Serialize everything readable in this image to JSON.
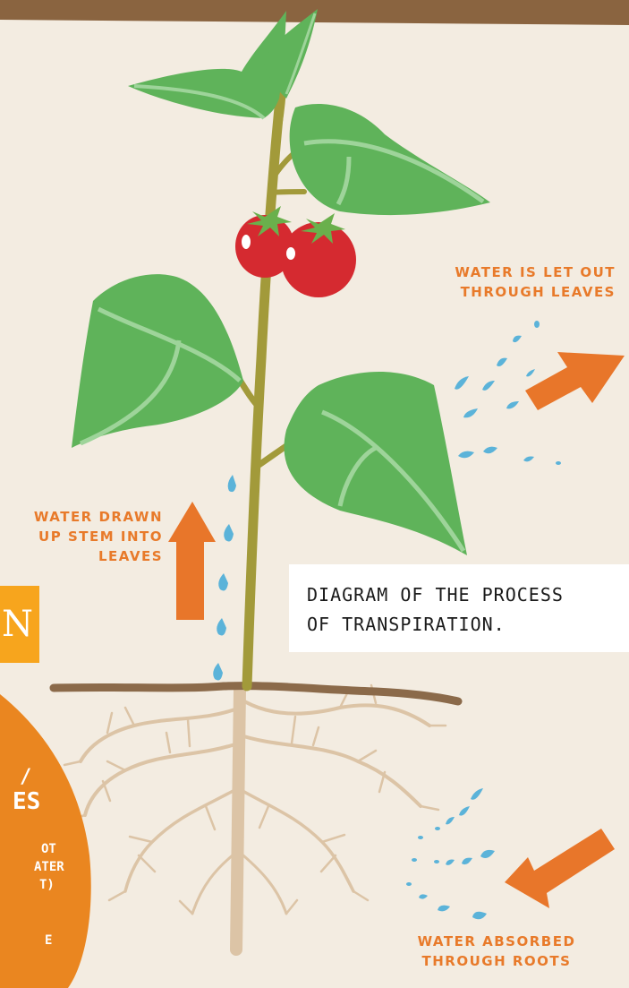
{
  "labels": {
    "leaves_out_line1": "WATER IS LET OUT",
    "leaves_out_line2": "THROUGH LEAVES",
    "stem_line1": "WATER DRAWN",
    "stem_line2": "UP STEM INTO",
    "stem_line3": "LEAVES",
    "roots_line1": "WATER ABSORBED",
    "roots_line2": "THROUGH ROOTS"
  },
  "caption": {
    "line1": "DIAGRAM OF THE PROCESS",
    "line2": "OF TRANSPIRATION."
  },
  "side_panel": {
    "badge_letter": "N",
    "text1": "/",
    "text2": "ES",
    "text3": "OT",
    "text4": "ATER",
    "text5": "T)",
    "text6": "E"
  },
  "colors": {
    "background": "#f3ece1",
    "top_band": "#8a6440",
    "leaf": "#5fb35a",
    "leaf_vein": "#9ed49a",
    "stem": "#a29a3a",
    "tomato": "#d52a30",
    "water": "#5bb3d9",
    "arrow": "#e8762a",
    "roots": "#dcc4a6",
    "ground": "#8b6a4a",
    "badge": "#f7a51d",
    "side_panel": "#ea8620",
    "label_text": "#e87a2a"
  }
}
